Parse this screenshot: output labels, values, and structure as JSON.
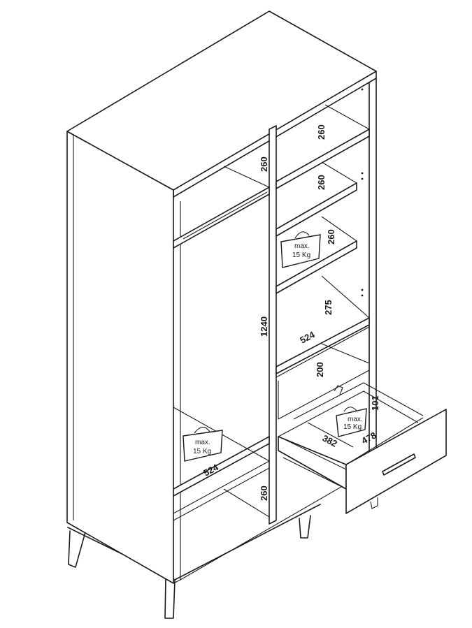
{
  "dimensions": {
    "top_shelf_left": "260",
    "top_shelf_right": "260",
    "right_shelf_2": "260",
    "right_shelf_3": "260",
    "right_shelf_4": "275",
    "shelf_depth_right": "524",
    "hanging_height": "1240",
    "drawer_opening": "200",
    "drawer_height": "101",
    "drawer_depth": "382",
    "drawer_width": "478",
    "shelf_depth_left": "524",
    "bottom_left": "260"
  },
  "weight_labels": {
    "right_shelf": {
      "line1": "max.",
      "line2": "15 Kg"
    },
    "drawer": {
      "line1": "max.",
      "line2": "15 Kg"
    },
    "left_shelf": {
      "line1": "max.",
      "line2": "15 Kg"
    }
  }
}
